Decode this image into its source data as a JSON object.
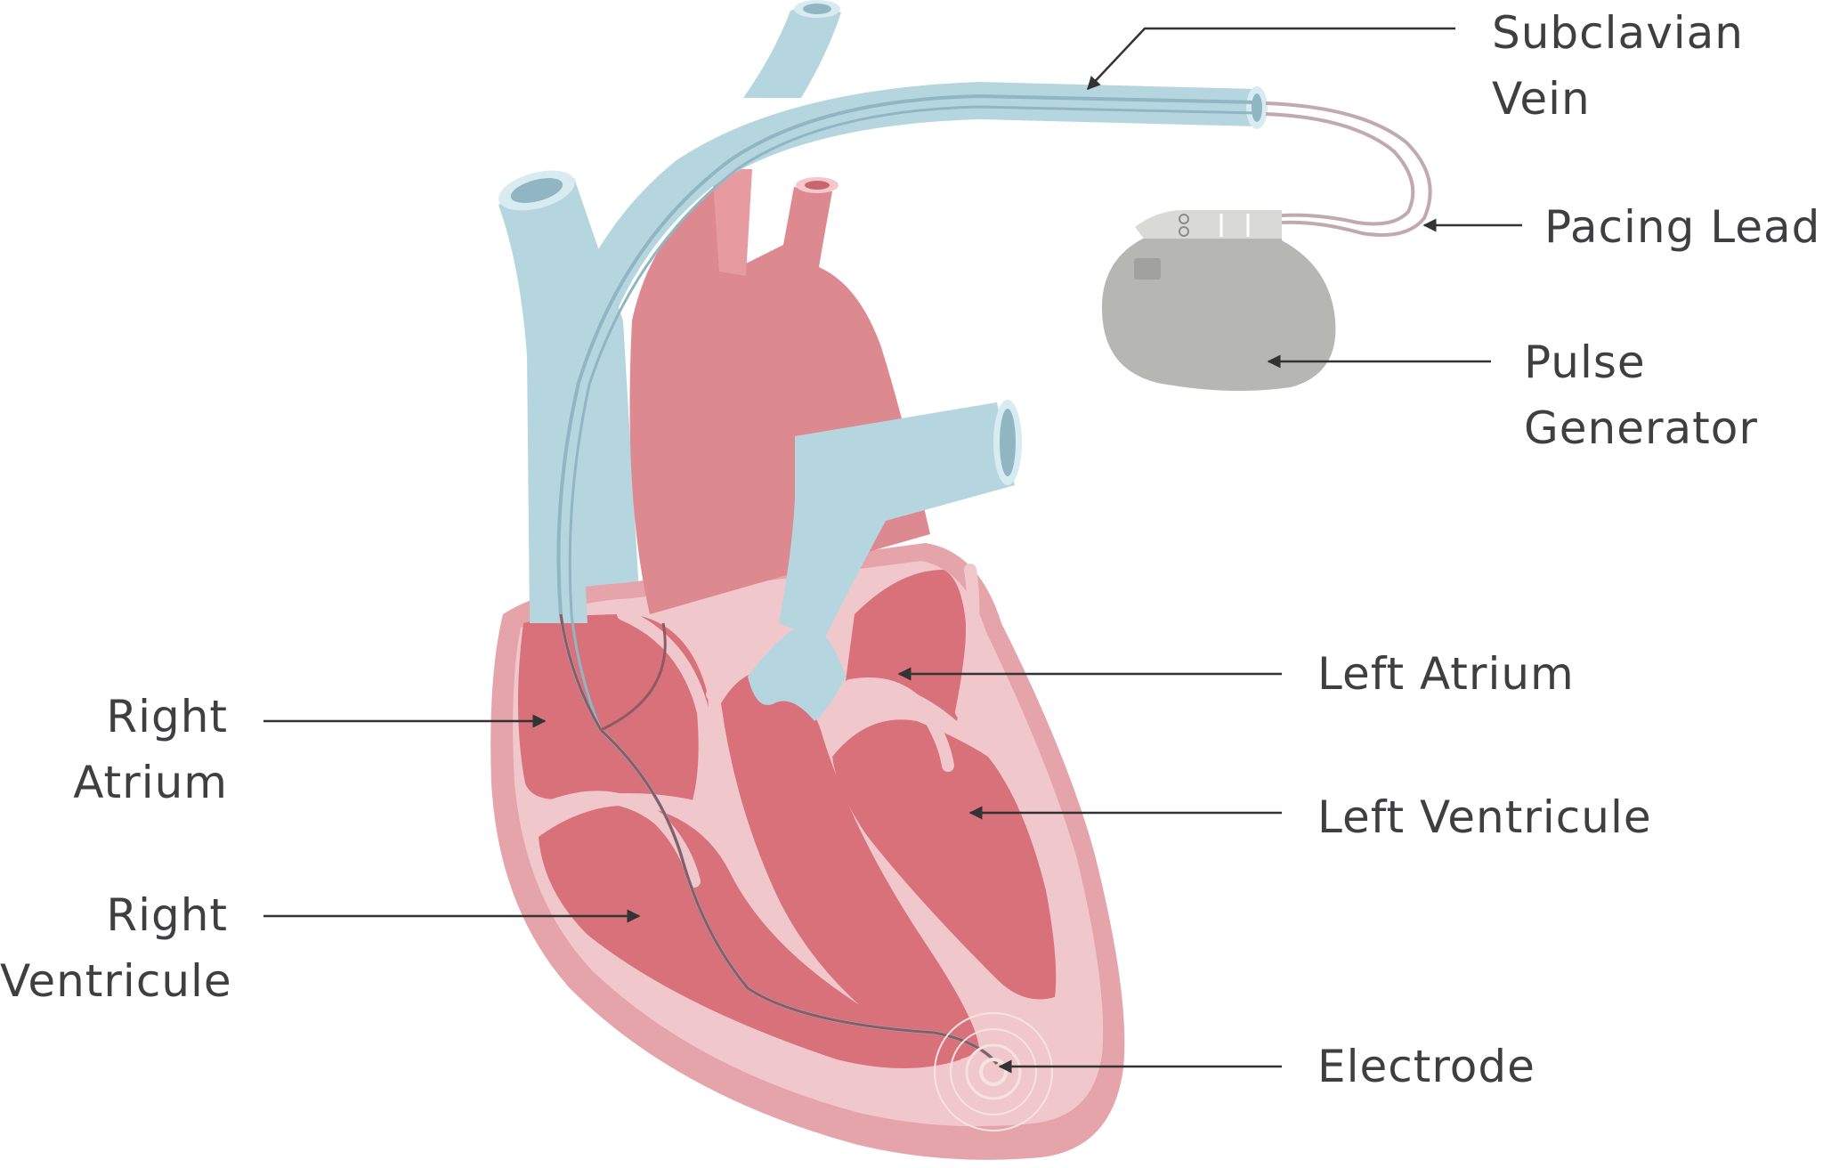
{
  "labels": {
    "subclavian_vein": [
      "Subclavian",
      "Vein"
    ],
    "pacing_leads": [
      "Pacing Leads"
    ],
    "pulse_generator": [
      "Pulse",
      "Generator"
    ],
    "left_atrium": [
      "Left Atrium"
    ],
    "left_ventricule": [
      "Left Ventricule"
    ],
    "electrode": [
      "Electrode"
    ],
    "right_atrium": [
      "Right",
      "Atrium"
    ],
    "right_ventricule": [
      "Right",
      "Ventricule"
    ]
  },
  "colors": {
    "vein_blue": "#b5d6df",
    "vein_blue_dark": "#8fb6c2",
    "heart_outer": "#e5a3aa",
    "heart_wall": "#f0c8cb",
    "heart_chamber": "#d9717a",
    "aorta": "#dc8990",
    "lead_wire": "#8e5a63",
    "generator": "#b6b6b3",
    "arrow": "#333333",
    "text": "#3f3f41"
  }
}
